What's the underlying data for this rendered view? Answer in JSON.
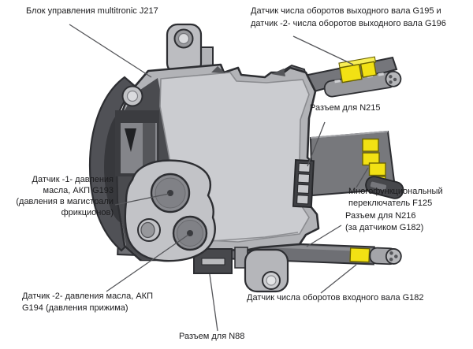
{
  "diagram": {
    "title_hint": "multitronic gearbox control unit with sensors",
    "labels": {
      "j217": "Блок управления multitronic J217",
      "g195_g196": [
        "Датчик числа оборотов выходного вала G195 и",
        "датчик -2- числа оборотов выходного вала G196"
      ],
      "n215": "Разъем для N215",
      "f125": [
        "Многофункциональный",
        "переключатель F125"
      ],
      "n216": [
        "Разъем для N216",
        "(за датчиком G182)"
      ],
      "g182": "Датчик числа оборотов входного вала G182",
      "n88": "Разъем для N88",
      "g193": [
        "Датчик -1- давления",
        "масла, АКП G193",
        "(давления в магистрали",
        "фрикционов)"
      ],
      "g194": [
        "Датчик -2- давления масла, АКП",
        "G194 (давления прижима)"
      ]
    },
    "colors": {
      "yellow": "#f2e114",
      "outline": "#2d2e32",
      "text": "#1b1b1d",
      "leader": "#55565a",
      "housing": "#b2b3b7",
      "housing_face": "#cbccd0"
    }
  }
}
